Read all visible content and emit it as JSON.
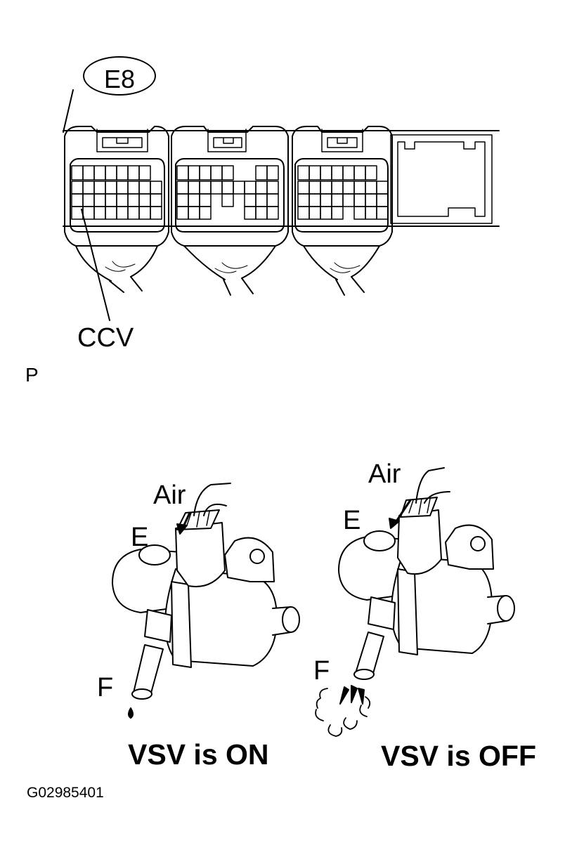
{
  "connector": {
    "callout": "E8",
    "terminal_label": "CCV"
  },
  "section_mark": "P",
  "valves": [
    {
      "state_label": "VSV is ON",
      "air_label": "Air",
      "port_e_label": "E",
      "port_f_label": "F"
    },
    {
      "state_label": "VSV is OFF",
      "air_label": "Air",
      "port_e_label": "E",
      "port_f_label": "F"
    }
  ],
  "figure_code": "G02985401",
  "colors": {
    "ink": "#000000",
    "background": "#ffffff"
  }
}
